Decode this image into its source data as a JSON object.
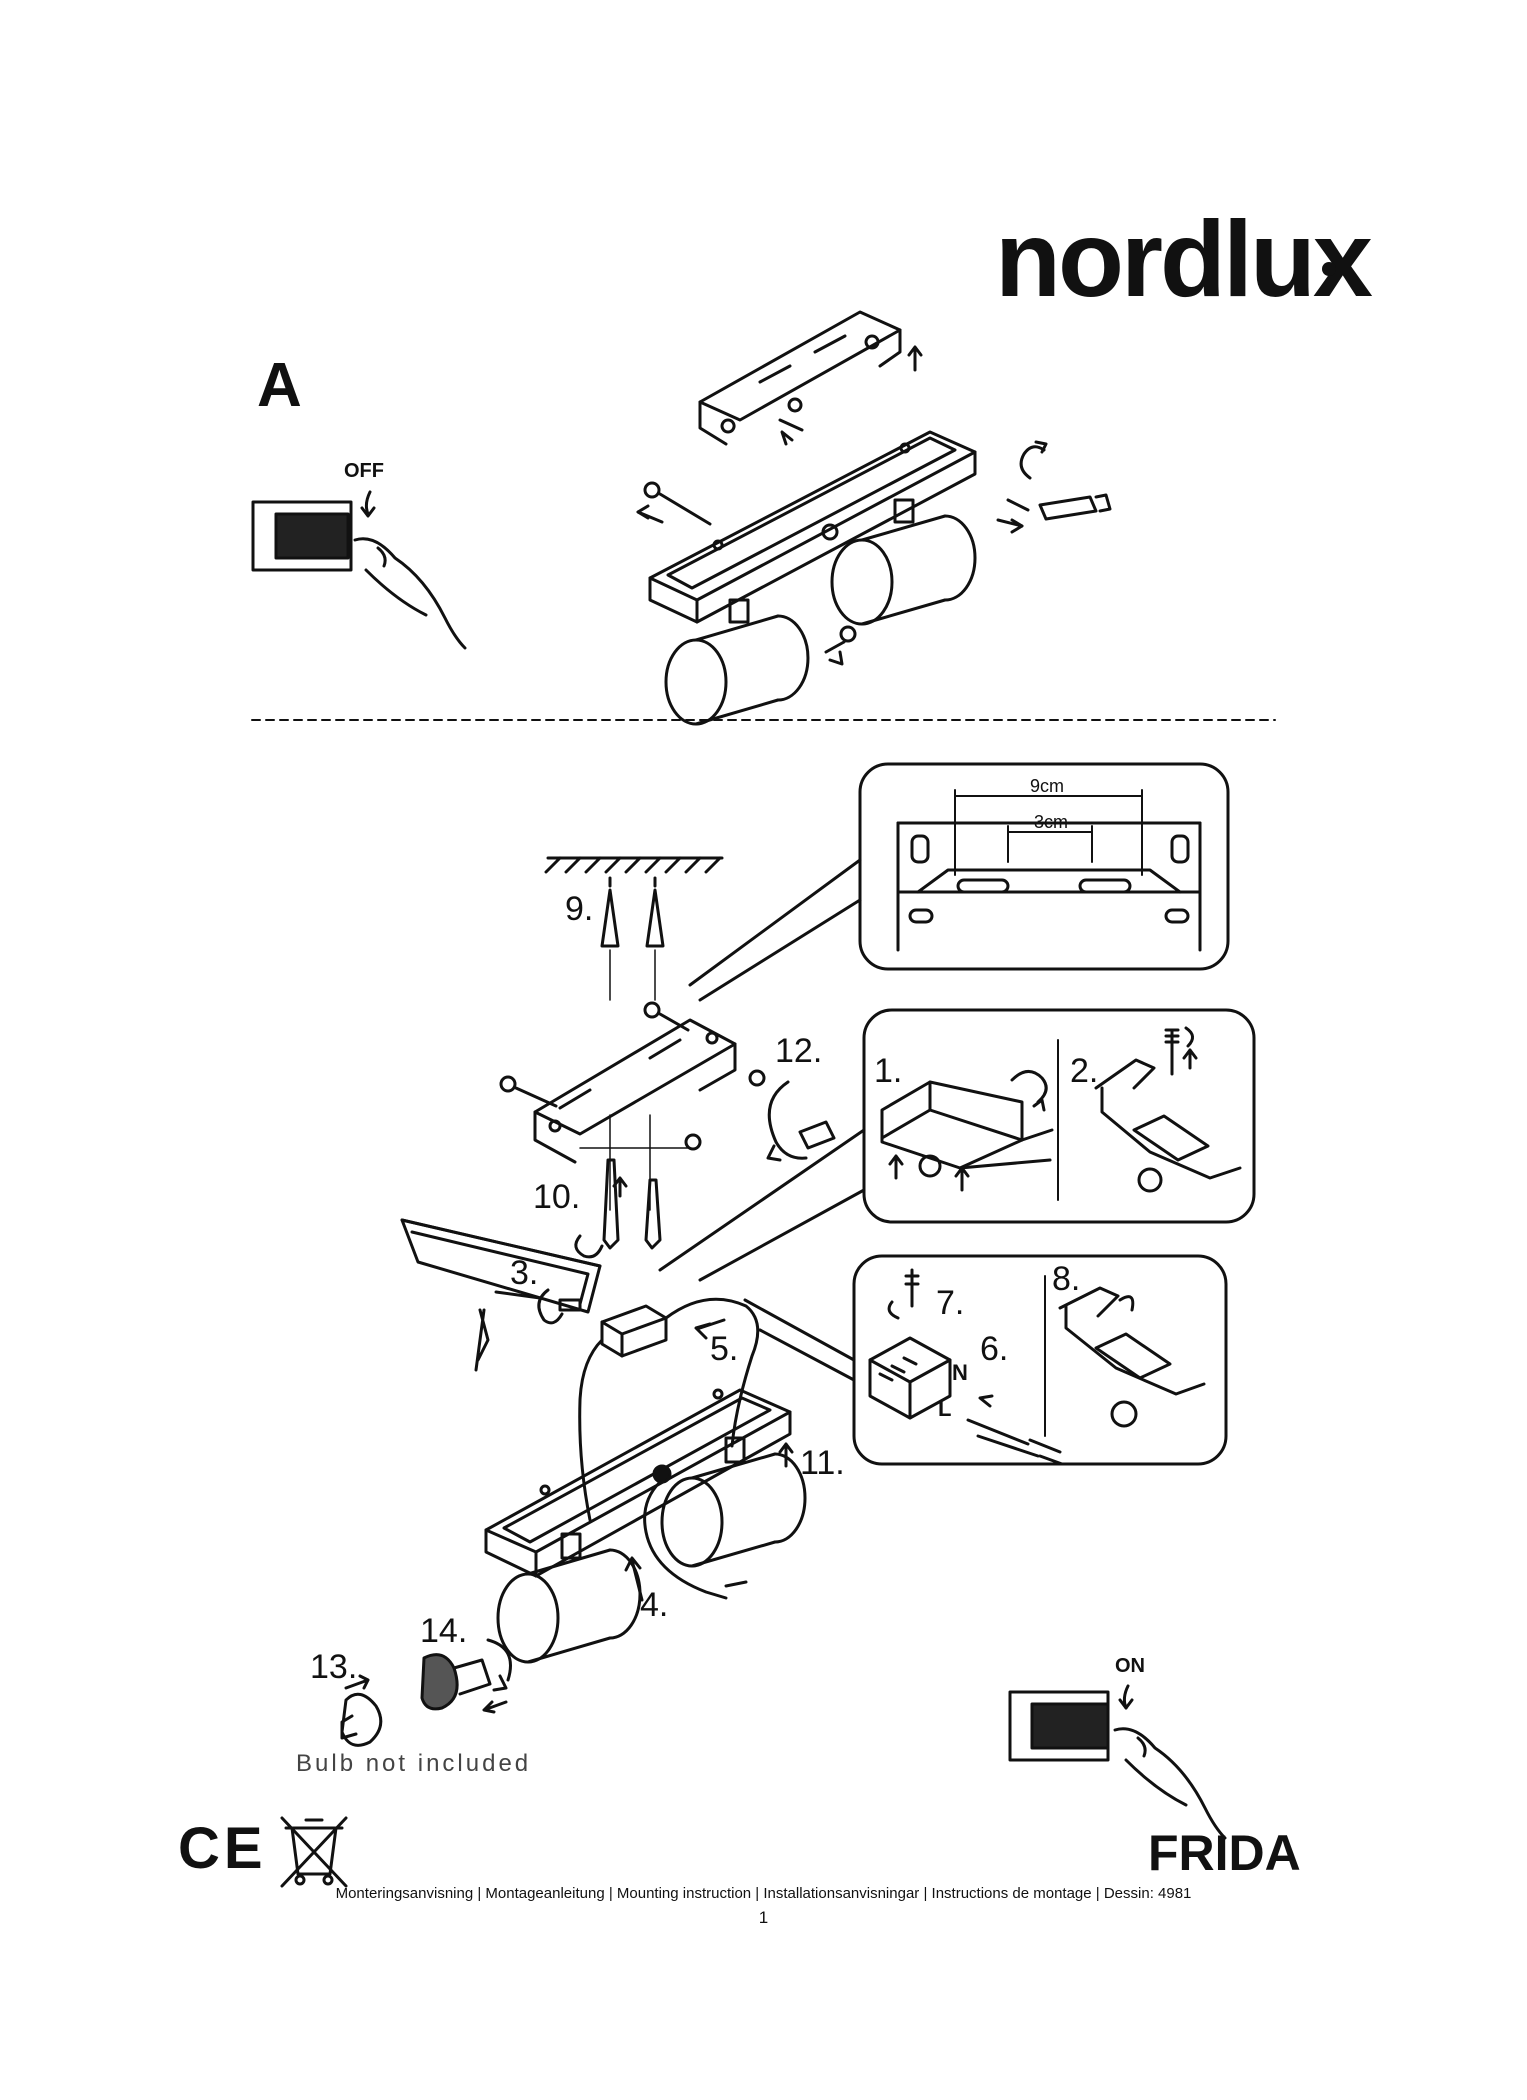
{
  "header": {
    "brand": "nordlux"
  },
  "section_a": {
    "label": "A",
    "switch_off_label": "OFF"
  },
  "detail_dimensions": {
    "outer": "9cm",
    "inner": "3cm"
  },
  "steps": {
    "s1": "1.",
    "s2": "2.",
    "s3": "3.",
    "s4": "4.",
    "s5": "5.",
    "s6": "6.",
    "s7": "7.",
    "s8": "8.",
    "s9": "9.",
    "s10": "10.",
    "s11": "11.",
    "s12": "12.",
    "s13": "13.",
    "s14": "14."
  },
  "wiring": {
    "neutral": "N",
    "live": "L"
  },
  "notes": {
    "bulb": "Bulb not included",
    "switch_on_label": "ON"
  },
  "footer": {
    "ce_mark": "CE",
    "product_name": "FRIDA",
    "instructions": "Monteringsanvisning | Montageanleitung | Mounting instruction | Installationsanvisningar | Instructions de montage | Dessin: 4981",
    "page_number": "1"
  }
}
